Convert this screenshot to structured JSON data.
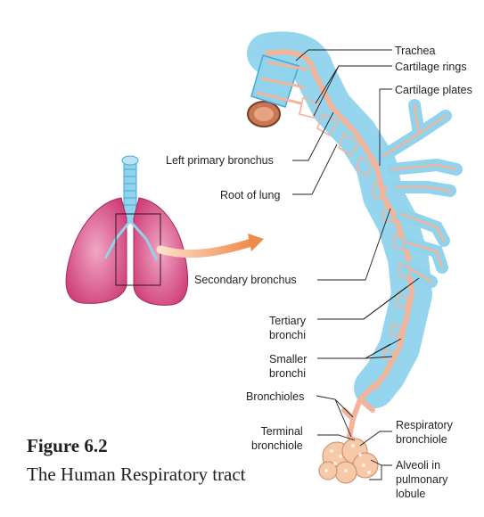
{
  "figure": {
    "title": "Figure 6.2",
    "subtitle": "The Human Respiratory tract"
  },
  "labels": {
    "trachea": "Trachea",
    "cartilage_rings": "Cartilage rings",
    "cartilage_plates": "Cartilage plates",
    "left_primary_bronchus": "Left primary bronchus",
    "root_of_lung": "Root of lung",
    "secondary_bronchus": "Secondary bronchus",
    "tertiary_bronchi_1": "Tertiary",
    "tertiary_bronchi_2": "bronchi",
    "smaller_bronchi_1": "Smaller",
    "smaller_bronchi_2": "bronchi",
    "bronchioles": "Bronchioles",
    "terminal_bronchiole_1": "Terminal",
    "terminal_bronchiole_2": "bronchiole",
    "respiratory_bronchiole_1": "Respiratory",
    "respiratory_bronchiole_2": "bronchiole",
    "alveoli_1": "Alveoli in",
    "alveoli_2": "pulmonary",
    "alveoli_3": "lobule"
  },
  "colors": {
    "cartilage": "#8fd3ec",
    "cartilage_dark": "#4aa9cf",
    "airway_tissue": "#f2b49a",
    "lung_pink": "#d9558a",
    "arrow": "#f08a4b",
    "leader_line": "#231f20"
  }
}
